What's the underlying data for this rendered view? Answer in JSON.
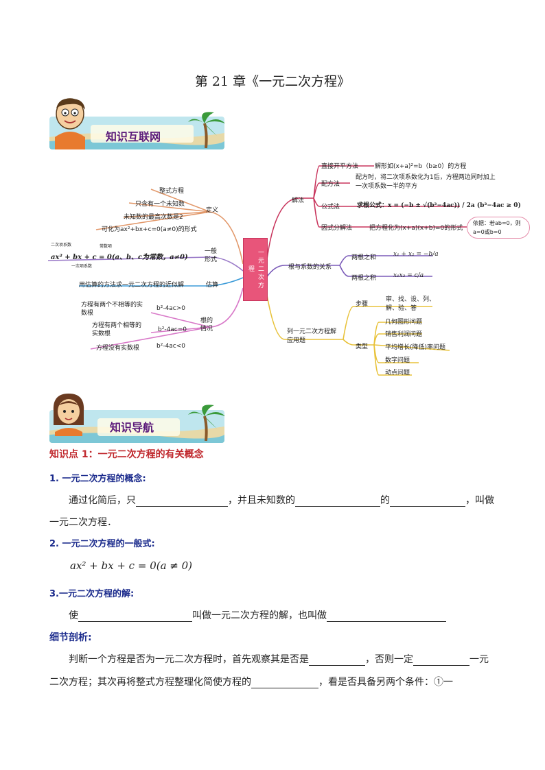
{
  "title": "第 21 章《一元二次方程》",
  "banner1": {
    "label": "知识互联网"
  },
  "banner2": {
    "label": "知识导航"
  },
  "mindmap": {
    "center": "一元二次方程",
    "definition": {
      "label": "定义",
      "items": [
        "整式方程",
        "只含有一个未知数",
        "未知数的最高次数是2",
        "可化为ax²+bx+c=0(a≠0)的形式"
      ]
    },
    "general_form": {
      "label": "一般形式",
      "formula": "ax² + bx + c = 0(a、b、c为常数，a≠0)",
      "ann_quad": "二次项系数",
      "ann_lin": "一次项系数",
      "ann_const": "常数项"
    },
    "estimate": {
      "label": "估算",
      "text": "用估算的方法求一元二次方程的近似解"
    },
    "roots": {
      "label": "根的情况",
      "items": [
        {
          "text": "方程有两个不相等的实数根",
          "cond": "b²-4ac>0"
        },
        {
          "text": "方程有两个相等的实数根",
          "cond": "b²-4ac=0"
        },
        {
          "text": "方程没有实数根",
          "cond": "b²-4ac<0"
        }
      ]
    },
    "methods": {
      "label": "解法",
      "items": [
        {
          "name": "直接开平方法",
          "desc": "解形如(x+a)²=b（b≥0）的方程"
        },
        {
          "name": "配方法",
          "desc": "配方时，将二次项系数化为1后，方程两边同时加上一次项系数一半的平方"
        },
        {
          "name": "公式法",
          "desc": "求根公式：x = (−b ± √(b²−4ac)) / 2a  (b²−4ac ≥ 0)"
        },
        {
          "name": "因式分解法",
          "desc": "把方程化为(x+a)(x+b)=0的形式"
        }
      ],
      "note": "依据：若ab=0，则a=0或b=0"
    },
    "vieta": {
      "label": "根与系数的关系",
      "sum_label": "两根之和",
      "sum_formula": "x₁ + x₂ = −b/a",
      "prod_label": "两根之积",
      "prod_formula": "x₁x₂ = c/a"
    },
    "applications": {
      "label": "列一元二次方程解应用题",
      "steps_label": "步骤",
      "steps": "审、找、设、列、解、验、答",
      "types_label": "类型",
      "types": [
        "几何图形问题",
        "销售利润问题",
        "平均增长(降低)率问题",
        "数字问题",
        "动点问题"
      ]
    }
  },
  "knowledge_point": "知识点 1：一元二次方程的有关概念",
  "sec1": {
    "heading": "1. 一元二次方程的概念:",
    "text_a": "通过化简后，只",
    "text_b": "，并且未知数的",
    "text_c": "的",
    "text_d": "，叫做",
    "text_e": "一元二次方程．"
  },
  "sec2": {
    "heading": "2. 一元二次方程的一般式:",
    "formula": "ax² + bx + c = 0(a ≠ 0)"
  },
  "sec3": {
    "heading": "3.一元二次方程的解:",
    "text_a": "使",
    "text_b": "叫做一元二次方程的解，也叫做"
  },
  "detail": {
    "heading": "细节剖析:",
    "p1_a": "判断一个方程是否为一元二次方程时，首先观察其是否是",
    "p1_b": "，否则一定",
    "p1_c": "一元",
    "p2_a": "二次方程；其次再将整式方程整理化简使方程的",
    "p2_b": "，看是否具备另两个条件：①一"
  }
}
